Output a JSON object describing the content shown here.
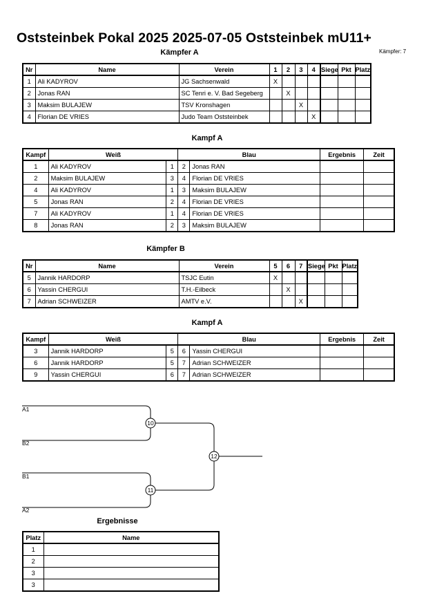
{
  "header": {
    "title": "Oststeinbek Pokal 2025  2025-07-05  Oststeinbek   mU11+",
    "fighters_count": "Kämpfer: 7"
  },
  "pool_a": {
    "title": "Kämpfer A",
    "headers": [
      "Nr",
      "Name",
      "Verein",
      "1",
      "2",
      "3",
      "4",
      "Siege",
      "Pkt",
      "Platz"
    ],
    "rows": [
      {
        "nr": "1",
        "name": "Ali KADYROV",
        "club": "JG Sachsenwald",
        "marks": [
          "X",
          "",
          "",
          ""
        ]
      },
      {
        "nr": "2",
        "name": "Jonas RAN",
        "club": "SC Tenri e. V. Bad Segeberg",
        "marks": [
          "",
          "X",
          "",
          ""
        ]
      },
      {
        "nr": "3",
        "name": "Maksim BULAJEW",
        "club": "TSV Kronshagen",
        "marks": [
          "",
          "",
          "X",
          ""
        ]
      },
      {
        "nr": "4",
        "name": "Florian DE VRIES",
        "club": "Judo Team Oststeinbek",
        "marks": [
          "",
          "",
          "",
          "X"
        ]
      }
    ]
  },
  "fights_a": {
    "title": "Kampf A",
    "headers": [
      "Kampf",
      "Weiß",
      "Blau",
      "Ergebnis",
      "Zeit"
    ],
    "rows": [
      {
        "no": "1",
        "white": "Ali KADYROV",
        "wn": "1",
        "bn": "2",
        "blue": "Jonas RAN"
      },
      {
        "no": "2",
        "white": "Maksim BULAJEW",
        "wn": "3",
        "bn": "4",
        "blue": "Florian DE VRIES"
      },
      {
        "no": "4",
        "white": "Ali KADYROV",
        "wn": "1",
        "bn": "3",
        "blue": "Maksim BULAJEW"
      },
      {
        "no": "5",
        "white": "Jonas RAN",
        "wn": "2",
        "bn": "4",
        "blue": "Florian DE VRIES"
      },
      {
        "no": "7",
        "white": "Ali KADYROV",
        "wn": "1",
        "bn": "4",
        "blue": "Florian DE VRIES"
      },
      {
        "no": "8",
        "white": "Jonas RAN",
        "wn": "2",
        "bn": "3",
        "blue": "Maksim BULAJEW"
      }
    ]
  },
  "pool_b": {
    "title": "Kämpfer B",
    "headers": [
      "Nr",
      "Name",
      "Verein",
      "5",
      "6",
      "7",
      "Siege",
      "Pkt",
      "Platz"
    ],
    "rows": [
      {
        "nr": "5",
        "name": "Jannik HARDORP",
        "club": "TSJC Eutin",
        "marks": [
          "X",
          "",
          ""
        ]
      },
      {
        "nr": "6",
        "name": "Yassin CHERGUI",
        "club": "T.H.-Eilbeck",
        "marks": [
          "",
          "X",
          ""
        ]
      },
      {
        "nr": "7",
        "name": "Adrian SCHWEIZER",
        "club": "AMTV e.V.",
        "marks": [
          "",
          "",
          "X"
        ]
      }
    ]
  },
  "fights_b": {
    "title": "Kampf A",
    "headers": [
      "Kampf",
      "Weiß",
      "Blau",
      "Ergebnis",
      "Zeit"
    ],
    "rows": [
      {
        "no": "3",
        "white": "Jannik HARDORP",
        "wn": "5",
        "bn": "6",
        "blue": "Yassin CHERGUI"
      },
      {
        "no": "6",
        "white": "Jannik HARDORP",
        "wn": "5",
        "bn": "7",
        "blue": "Adrian SCHWEIZER"
      },
      {
        "no": "9",
        "white": "Yassin CHERGUI",
        "wn": "6",
        "bn": "7",
        "blue": "Adrian SCHWEIZER"
      }
    ]
  },
  "bracket": {
    "labels": [
      "A1",
      "B2",
      "B1",
      "A2"
    ],
    "matches": [
      "10",
      "11",
      "12"
    ]
  },
  "results": {
    "title": "Ergebnisse",
    "headers": [
      "Platz",
      "Name"
    ],
    "places": [
      "1",
      "2",
      "3",
      "3"
    ]
  }
}
